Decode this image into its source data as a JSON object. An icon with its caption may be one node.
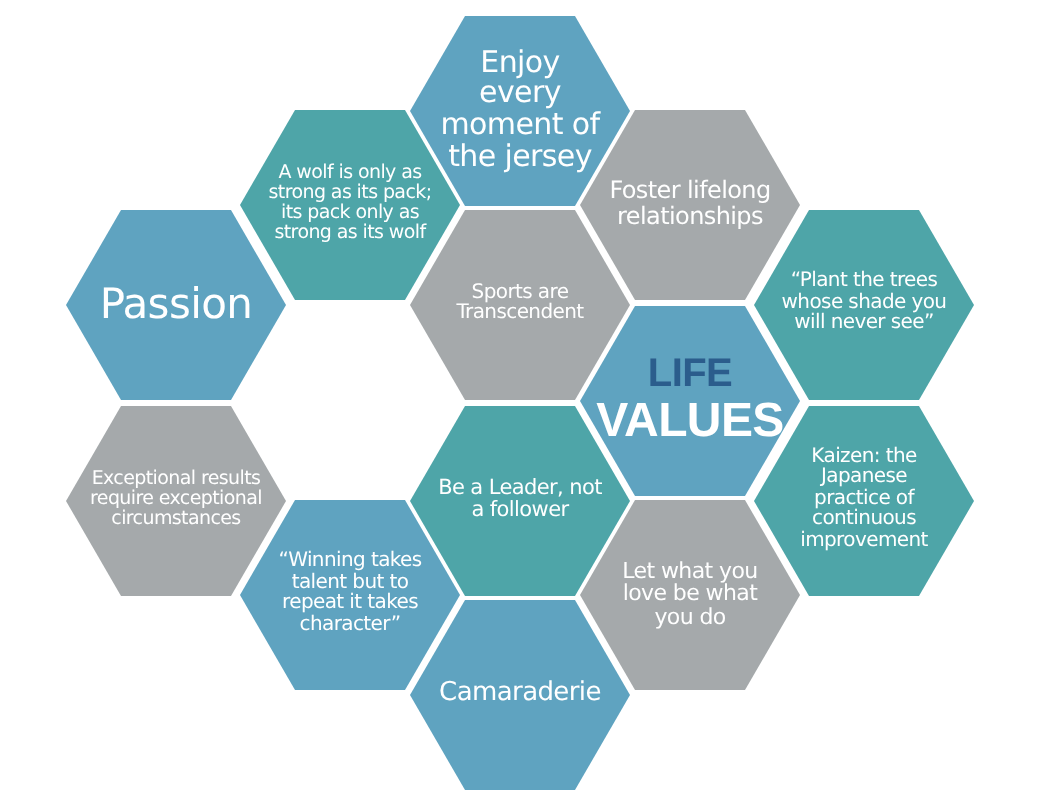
{
  "diagram": {
    "nodes": [
      {
        "text": [
          "Enjoy every moment of the jersey"
        ]
      },
      {
        "text": [
          "A wolf is only as strong as its pack; its pack only as strong as its wolf"
        ]
      },
      {
        "text": [
          "Foster lifelong relationships"
        ]
      },
      {
        "text": [
          "Passion"
        ]
      },
      {
        "text": [
          "Sports are Transcendent"
        ]
      },
      {
        "text": [
          "“Plant the trees whose shade you will never see”"
        ]
      },
      {
        "text": [
          "LIFE",
          "VALUES"
        ]
      },
      {
        "text": [
          "Exceptional results require exceptional circumstances"
        ]
      },
      {
        "text": [
          "Be a Leader, not a follower"
        ]
      },
      {
        "text": [
          "Kaizen: the Japanese practice of continuous improvement"
        ]
      },
      {
        "text": [
          "“Winning takes talent but to repeat it takes character”"
        ]
      },
      {
        "text": [
          "Let what you love be what you do"
        ]
      },
      {
        "text": [
          "Camaraderie"
        ]
      }
    ]
  }
}
